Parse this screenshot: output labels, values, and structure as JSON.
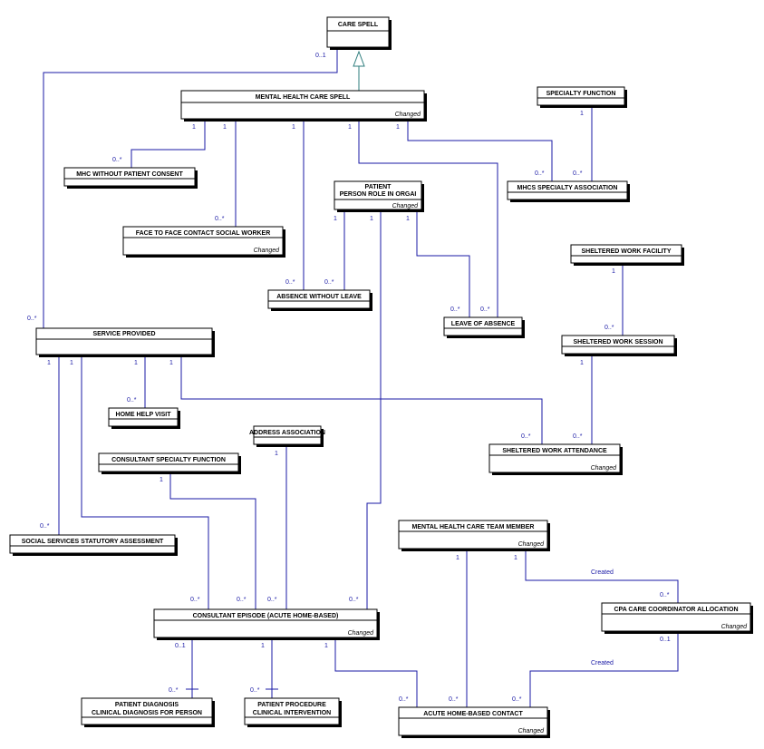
{
  "colors": {
    "link": "#1a1aa6",
    "box_border": "#000000",
    "generalization": "#2e7d7d"
  },
  "entities": {
    "care_spell": {
      "title": "CARE SPELL"
    },
    "mental_health_care_spell": {
      "title": "MENTAL HEALTH CARE SPELL",
      "status": "Changed"
    },
    "specialty_function": {
      "title": "SPECIALTY FUNCTION"
    },
    "mhc_without_patient_consent": {
      "title": "MHC WITHOUT PATIENT CONSENT"
    },
    "mhcs_specialty_association": {
      "title": "MHCS SPECIALTY ASSOCIATION"
    },
    "patient_person_role": {
      "title_line1": "PATIENT",
      "title_line2": "PERSON ROLE IN ORGAI",
      "status": "Changed"
    },
    "face_to_face_contact": {
      "title": "FACE TO FACE CONTACT SOCIAL WORKER",
      "status": "Changed"
    },
    "sheltered_work_facility": {
      "title": "SHELTERED WORK FACILITY"
    },
    "absence_without_leave": {
      "title": "ABSENCE WITHOUT LEAVE"
    },
    "leave_of_absence": {
      "title": "LEAVE OF ABSENCE"
    },
    "service_provided": {
      "title": "SERVICE PROVIDED"
    },
    "sheltered_work_session": {
      "title": "SHELTERED WORK SESSION"
    },
    "home_help_visit": {
      "title": "HOME HELP VISIT"
    },
    "address_association": {
      "title": "ADDRESS ASSOCIATION"
    },
    "sheltered_work_attendance": {
      "title": "SHELTERED WORK ATTENDANCE",
      "status": "Changed"
    },
    "consultant_specialty_function": {
      "title": "CONSULTANT SPECIALTY FUNCTION"
    },
    "mental_health_care_team_member": {
      "title": "MENTAL HEALTH CARE TEAM MEMBER",
      "status": "Changed"
    },
    "social_services_assessment": {
      "title": "SOCIAL SERVICES STATUTORY ASSESSMENT"
    },
    "cpa_care_coordinator_allocation": {
      "title": "CPA CARE COORDINATOR ALLOCATION",
      "status": "Changed"
    },
    "consultant_episode": {
      "title": "CONSULTANT EPISODE (ACUTE HOME-BASED)",
      "status": "Changed"
    },
    "patient_diagnosis": {
      "title_line1": "PATIENT DIAGNOSIS",
      "title_line2": "CLINICAL DIAGNOSIS FOR PERSON"
    },
    "patient_procedure": {
      "title_line1": "PATIENT PROCEDURE",
      "title_line2": "CLINICAL INTERVENTION"
    },
    "acute_home_based_contact": {
      "title": "ACUTE HOME-BASED CONTACT",
      "status": "Changed"
    }
  },
  "multiplicities": {
    "one": "1",
    "many": "0..*",
    "optional": "0..1"
  },
  "notes": {
    "created_1": "Created",
    "created_2": "Created"
  }
}
